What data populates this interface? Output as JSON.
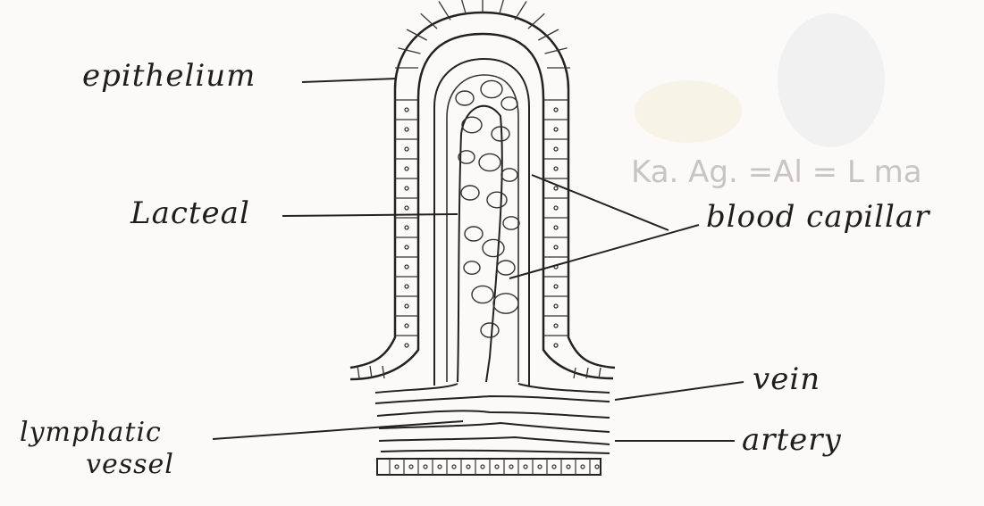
{
  "labels": {
    "epithelium": "epithelium",
    "lacteal": "Lacteal",
    "blood_capillaries": "blood capillar",
    "vein": "vein",
    "artery": "artery",
    "lymphatic_line1": "lymphatic",
    "lymphatic_line2": "vessel"
  },
  "faint_bleedthrough_text": "Ka. Ag. =Al = L ma",
  "colors": {
    "paper": "#fbfaf8",
    "ink": "#1e1e1e",
    "faint": "#c9c4c0"
  }
}
